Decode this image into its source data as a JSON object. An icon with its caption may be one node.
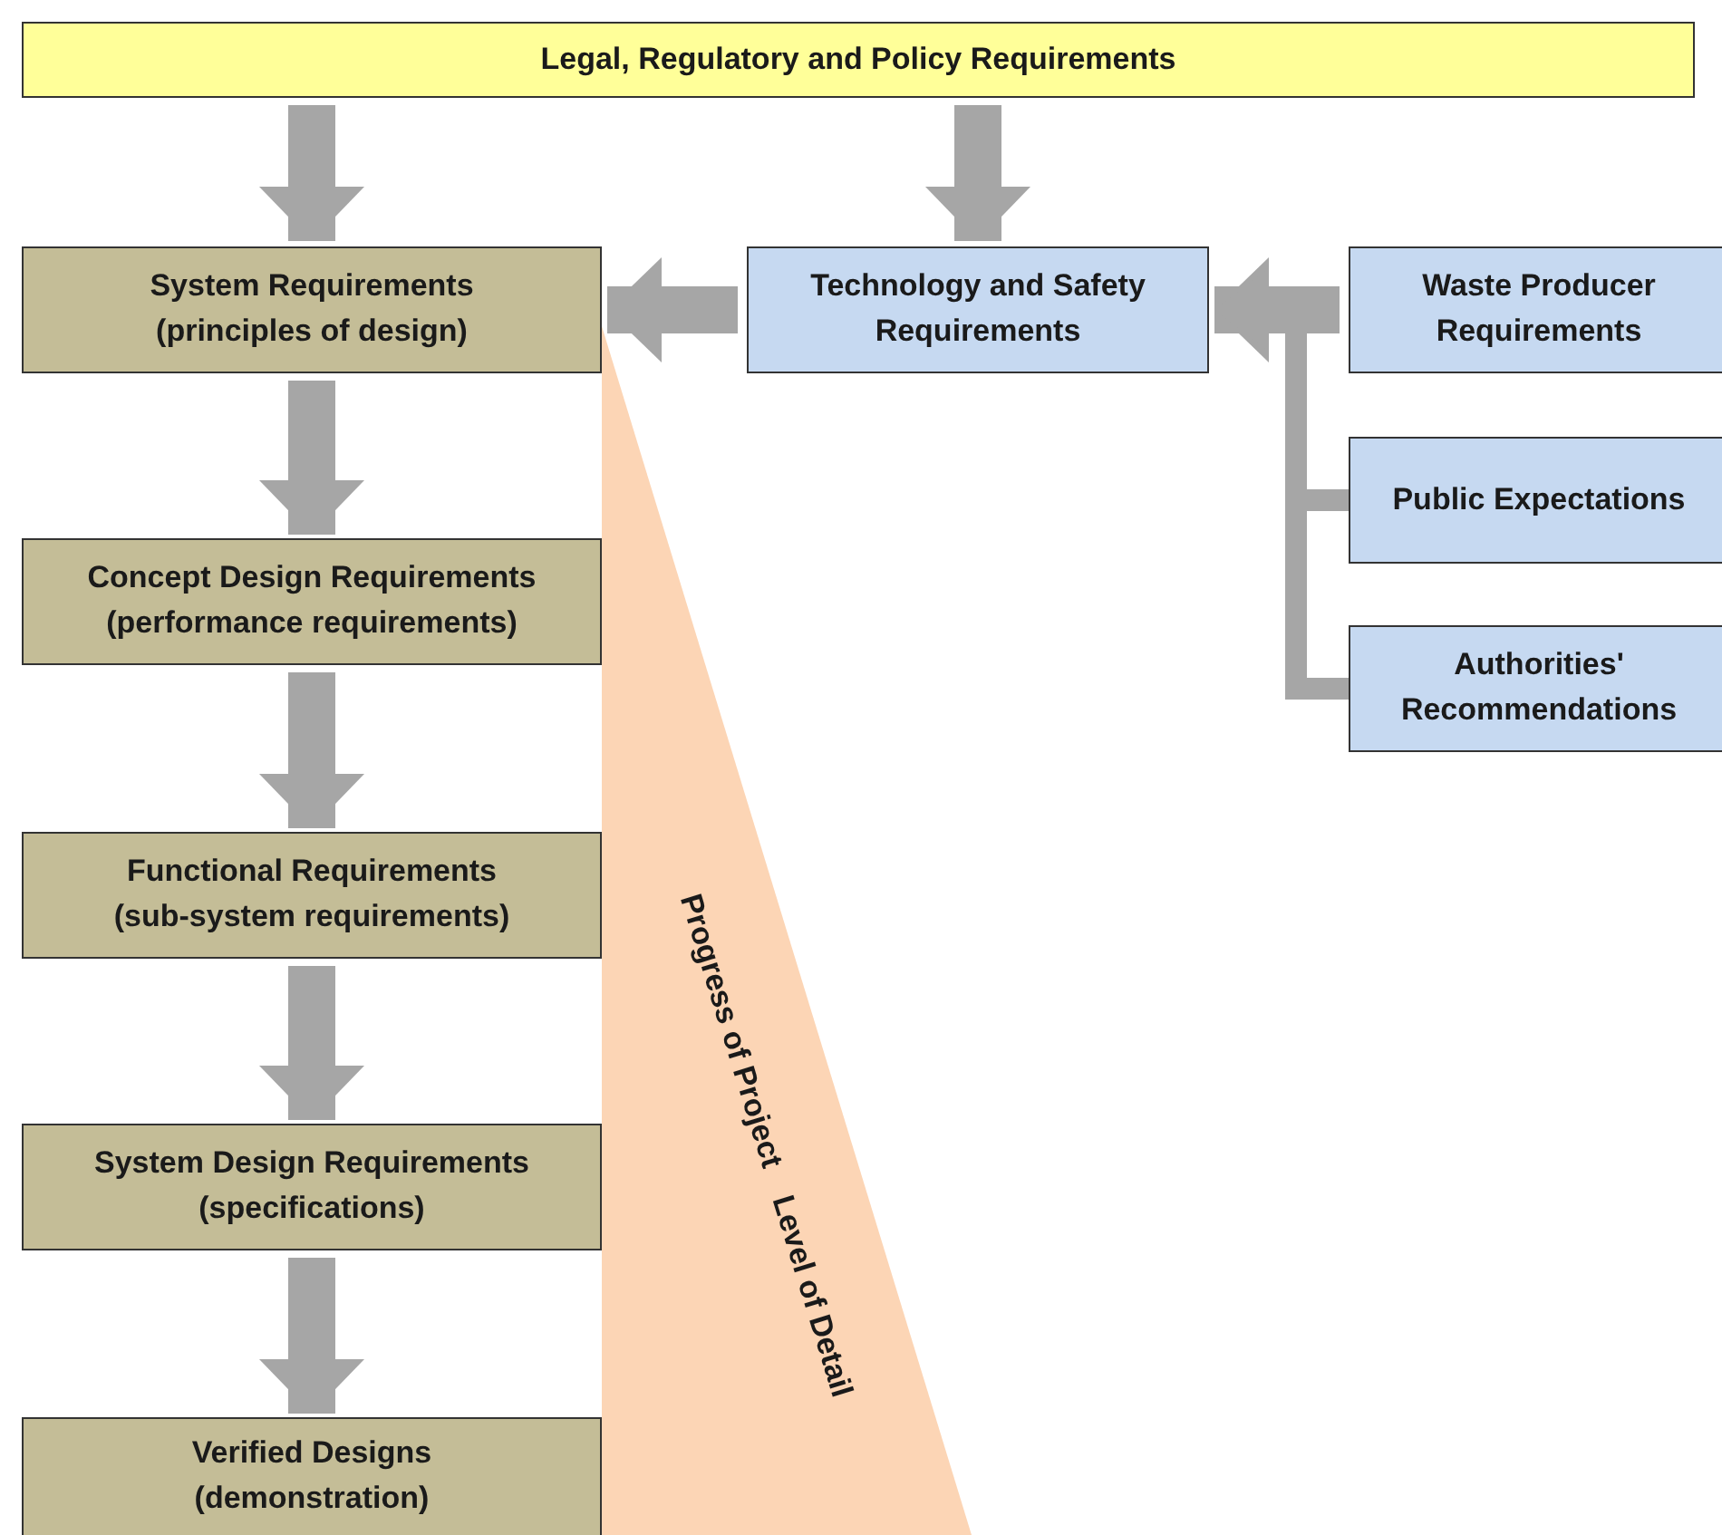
{
  "diagram": {
    "nodes": [
      {
        "text": [
          "Legal, Regulatory and Policy Requirements"
        ]
      },
      {
        "text": [
          "System Requirements",
          "(principles of design)"
        ]
      },
      {
        "text": [
          "Concept Design Requirements",
          "(performance requirements)"
        ]
      },
      {
        "text": [
          "Functional Requirements",
          "(sub-system requirements)"
        ]
      },
      {
        "text": [
          "System Design Requirements",
          "(specifications)"
        ]
      },
      {
        "text": [
          "Verified Designs",
          "(demonstration)"
        ]
      },
      {
        "text": [
          "Technology and Safety Requirements"
        ]
      },
      {
        "text": [
          "Waste Producer Requirements"
        ]
      },
      {
        "text": [
          "Public Expectations"
        ]
      },
      {
        "text": [
          "Authorities' Recommendations"
        ]
      },
      {
        "text": [
          "Progress of Project",
          "Level of Detail"
        ]
      }
    ],
    "edges": [
      {
        "from": 0,
        "to": 1,
        "arrow": "to"
      },
      {
        "from": 0,
        "to": 6,
        "arrow": "to"
      },
      {
        "from": 6,
        "to": 1,
        "arrow": "to"
      },
      {
        "from": 1,
        "to": 2,
        "arrow": "to"
      },
      {
        "from": 2,
        "to": 3,
        "arrow": "to"
      },
      {
        "from": 3,
        "to": 4,
        "arrow": "to"
      },
      {
        "from": 4,
        "to": 5,
        "arrow": "to"
      },
      {
        "from": 7,
        "to": 6,
        "arrow": "to"
      },
      {
        "from": 8,
        "to": 6,
        "arrow": "to"
      },
      {
        "from": 9,
        "to": 6,
        "arrow": "to"
      }
    ]
  }
}
